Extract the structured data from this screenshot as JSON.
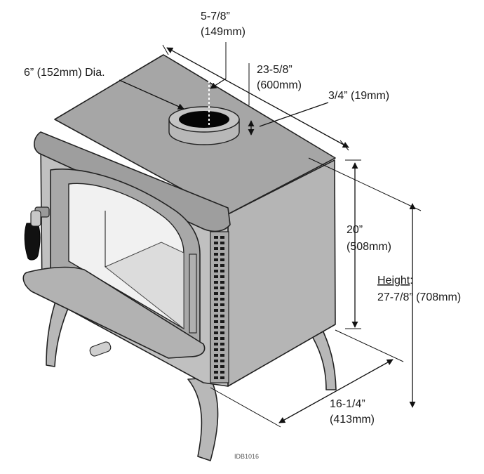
{
  "colors": {
    "stove_top": "#a9a9a9",
    "stove_side": "#b4b4b4",
    "stove_front": "#c2c2c2",
    "glass": "#f2f2f2",
    "handle": "#111111",
    "line": "#111111"
  },
  "dimensions": {
    "flue_offset": {
      "line1": "5-7/8”",
      "line2": "(149mm)"
    },
    "flue_diameter": {
      "line1": "6” (152mm) Dia."
    },
    "depth_to_flue": {
      "line1": "23-5/8”",
      "line2": "(600mm)"
    },
    "collar_height": {
      "line1": "3/4” (19mm)"
    },
    "body_height": {
      "line1": "20”",
      "line2": "(508mm)"
    },
    "overall_height": {
      "label": "Height",
      "colon": ":",
      "line2": "27-7/8” (708mm)"
    },
    "width": {
      "line1": "16-1/4”",
      "line2": "(413mm)"
    }
  },
  "figure_id": "IDB1016"
}
